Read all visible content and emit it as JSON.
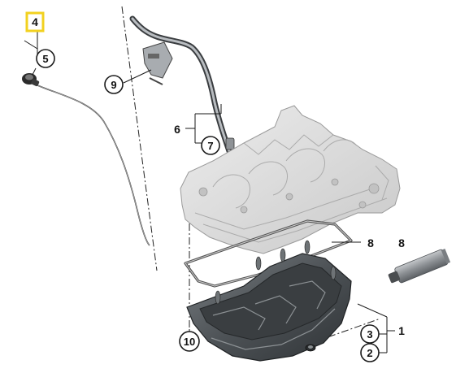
{
  "colors": {
    "highlight": "#f2d11f",
    "ink": "#1a1a1a",
    "engine_block": "#dedede",
    "oil_pan": "#555a5e",
    "gasket": "#6a6a6a",
    "tube_body": "#9a9ea2"
  },
  "callouts": {
    "c1": "1",
    "c2": "2",
    "c3": "3",
    "c4": "4",
    "c5": "5",
    "c6": "6",
    "c7": "7",
    "c8_gasket": "8",
    "c8_tube": "8",
    "c9": "9",
    "c10": "10"
  },
  "highlighted_callout": "4"
}
